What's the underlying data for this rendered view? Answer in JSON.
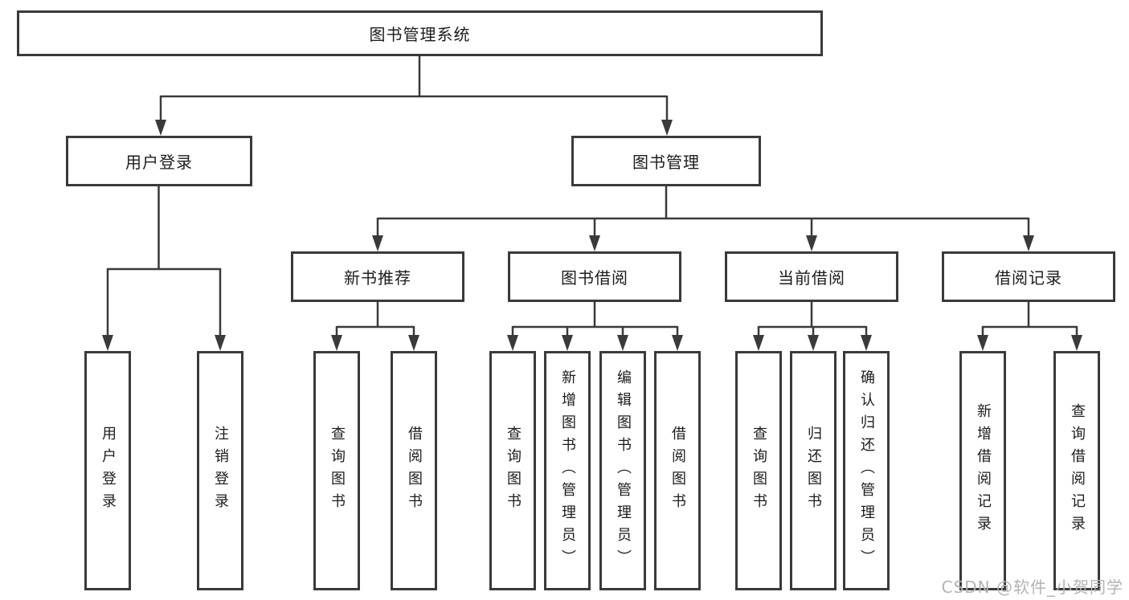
{
  "tree": {
    "label": "图书管理系统",
    "children": [
      {
        "label": "用户登录",
        "children": [
          {
            "label": "用户登录"
          },
          {
            "label": "注销登录"
          }
        ]
      },
      {
        "label": "图书管理",
        "children": [
          {
            "label": "新书推荐",
            "children": [
              {
                "label": "查询图书"
              },
              {
                "label": "借阅图书"
              }
            ]
          },
          {
            "label": "图书借阅",
            "children": [
              {
                "label": "查询图书"
              },
              {
                "label": "新增图书（管理员）"
              },
              {
                "label": "编辑图书（管理员）"
              },
              {
                "label": "借阅图书"
              }
            ]
          },
          {
            "label": "当前借阅",
            "children": [
              {
                "label": "查询图书"
              },
              {
                "label": "归还图书"
              },
              {
                "label": "确认归还（管理员）"
              }
            ]
          },
          {
            "label": "借阅记录",
            "children": [
              {
                "label": "新增借阅记录"
              },
              {
                "label": "查询借阅记录"
              }
            ]
          }
        ]
      }
    ]
  },
  "watermark": {
    "text": "CSDN @软件_小贺同学"
  },
  "colors": {
    "line": "#3a3a3a",
    "text": "#1c1c1c",
    "watermark": "#b3b3b3",
    "background": "#ffffff"
  }
}
